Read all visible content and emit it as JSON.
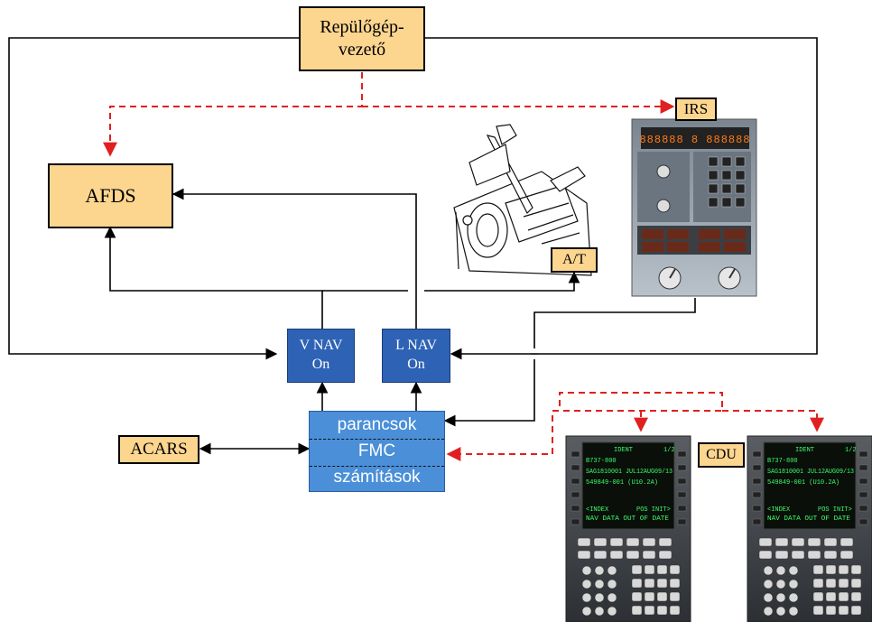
{
  "nodes": {
    "pilot": "Repülőgép-\nvezető",
    "afds": "AFDS",
    "irs": "IRS",
    "at": "A/T",
    "vnav_line1": "V NAV",
    "vnav_line2": "On",
    "lnav_line1": "L NAV",
    "lnav_line2": "On",
    "acars": "ACARS",
    "fmc_top": "parancsok",
    "fmc_mid": "FMC",
    "fmc_bottom": "számítások",
    "cdu": "CDU"
  },
  "cdu_screen": {
    "title": "IDENT",
    "page": "1/2",
    "model": "B737-800",
    "nav_data": "SAG1810001 JUL12AUG09/13",
    "op_program": "549849-001 (U10.2A)",
    "index": "<INDEX",
    "pos_init": "POS INIT>",
    "warning": "NAV DATA OUT OF DATE"
  },
  "colors": {
    "orange_box": "#fcd58f",
    "blue_box": "#2e62b5",
    "fmc_box": "#4a8fd8",
    "dashed_link": "#e02020",
    "solid_link": "#000000"
  }
}
